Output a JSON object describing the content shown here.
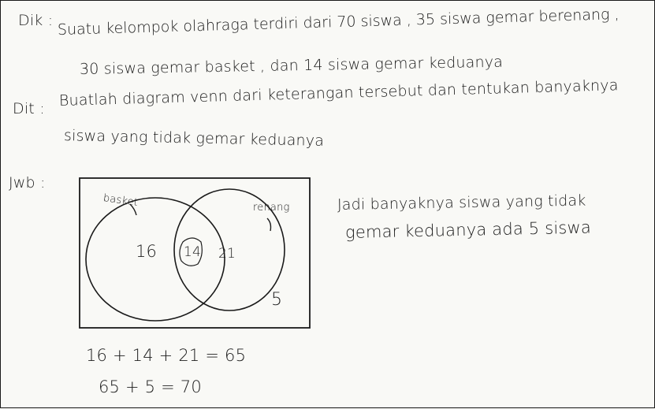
{
  "header": {
    "dik_label": "Dik :",
    "dik_line1": "Suatu kelompok olahraga terdiri dari 70 siswa , 35 siswa gemar berenang ,",
    "dik_line2": "30 siswa gemar basket , dan 14 siswa gemar keduanya",
    "dit_label": "Dit :",
    "dit_line1": "Buatlah diagram venn dari keterangan tersebut dan tentukan banyaknya",
    "dit_line2": "siswa yang tidak gemar keduanya"
  },
  "answer": {
    "jwb_label": "Jwb :",
    "venn": {
      "label_left": "basket",
      "label_right": "renang",
      "only_left": "16",
      "both": "14",
      "only_right": "21",
      "outside": "5"
    },
    "conclusion_line1": "Jadi banyaknya siswa yang tidak",
    "conclusion_line2": "gemar keduanya ada 5 siswa",
    "calc_line1": "16 + 14 + 21 = 65",
    "calc_line2": "65 + 5 = 70"
  }
}
